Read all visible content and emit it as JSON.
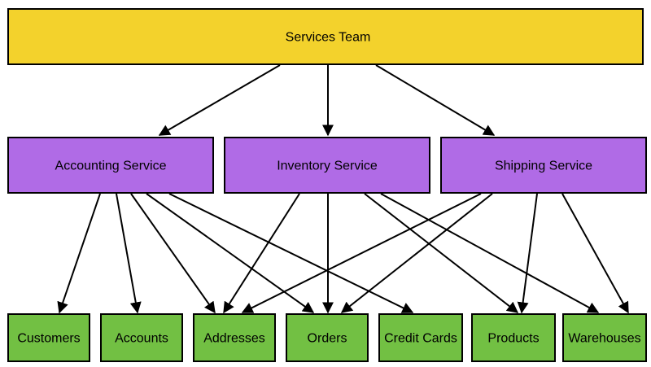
{
  "diagram": {
    "top": {
      "label": "Services Team",
      "color": "#f3d22c"
    },
    "services": [
      {
        "id": "accounting",
        "label": "Accounting Service"
      },
      {
        "id": "inventory",
        "label": "Inventory Service"
      },
      {
        "id": "shipping",
        "label": "Shipping Service"
      }
    ],
    "service_color": "#b06be6",
    "resources": [
      {
        "id": "customers",
        "label": "Customers"
      },
      {
        "id": "accounts",
        "label": "Accounts"
      },
      {
        "id": "addresses",
        "label": "Addresses"
      },
      {
        "id": "orders",
        "label": "Orders"
      },
      {
        "id": "credit-cards",
        "label": "Credit Cards"
      },
      {
        "id": "products",
        "label": "Products"
      },
      {
        "id": "warehouses",
        "label": "Warehouses"
      }
    ],
    "resource_color": "#72c043",
    "edges": [
      {
        "from": "top",
        "to": "accounting"
      },
      {
        "from": "top",
        "to": "inventory"
      },
      {
        "from": "top",
        "to": "shipping"
      },
      {
        "from": "accounting",
        "to": "customers"
      },
      {
        "from": "accounting",
        "to": "accounts"
      },
      {
        "from": "accounting",
        "to": "addresses"
      },
      {
        "from": "accounting",
        "to": "orders"
      },
      {
        "from": "accounting",
        "to": "credit-cards"
      },
      {
        "from": "inventory",
        "to": "addresses"
      },
      {
        "from": "inventory",
        "to": "orders"
      },
      {
        "from": "inventory",
        "to": "products"
      },
      {
        "from": "inventory",
        "to": "warehouses"
      },
      {
        "from": "shipping",
        "to": "addresses"
      },
      {
        "from": "shipping",
        "to": "orders"
      },
      {
        "from": "shipping",
        "to": "products"
      },
      {
        "from": "shipping",
        "to": "warehouses"
      }
    ]
  }
}
